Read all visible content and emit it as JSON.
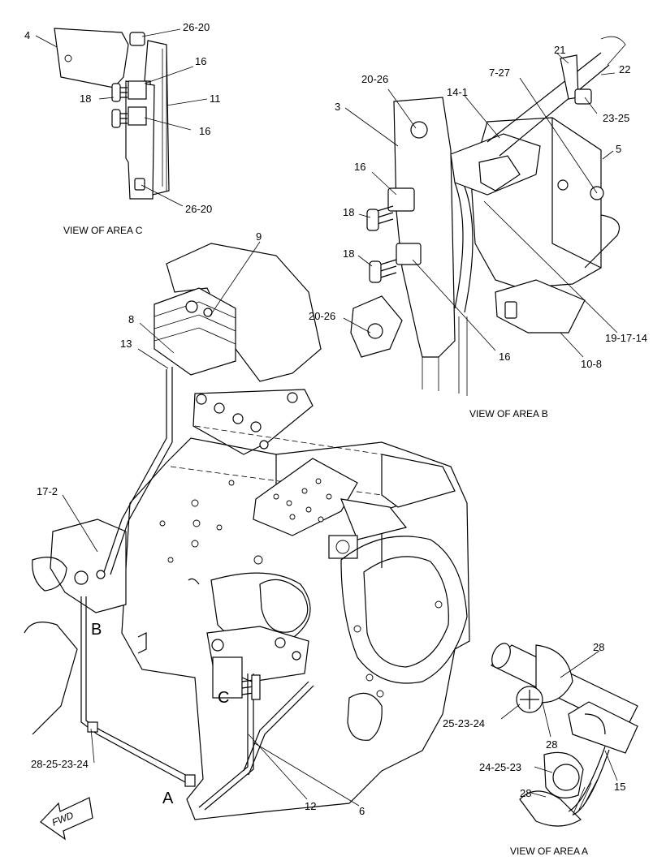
{
  "views": {
    "area_c": {
      "caption": "VIEW OF AREA  C"
    },
    "area_b": {
      "caption": "VIEW OF AREA  B"
    },
    "area_a": {
      "caption": "VIEW OF AREA  A"
    }
  },
  "area_letters": {
    "a": "A",
    "b": "B",
    "c": "C"
  },
  "fwd_label": "FWD",
  "callouts": {
    "c_4": "4",
    "c_26_20_top": "26-20",
    "c_16_top": "16",
    "c_18": "18",
    "c_11": "11",
    "c_16_mid": "16",
    "c_26_20_bot": "26-20",
    "b_21": "21",
    "b_22": "22",
    "b_7_27": "7-27",
    "b_14_1": "14-1",
    "b_20_26_top": "20-26",
    "b_3": "3",
    "b_23_25": "23-25",
    "b_5": "5",
    "b_16_left": "16",
    "b_18_upper": "18",
    "b_18_lower": "18",
    "b_20_26_bot": "20-26",
    "b_16_bot": "16",
    "b_19_17_14": "19-17-14",
    "b_10_8": "10-8",
    "m_9": "9",
    "m_8": "8",
    "m_13": "13",
    "m_17_2": "17-2",
    "m_28_25_23_24": "28-25-23-24",
    "m_12": "12",
    "m_6": "6",
    "a_28_top": "28",
    "a_25_23_24": "25-23-24",
    "a_28_mid": "28",
    "a_24_25_23": "24-25-23",
    "a_15": "15",
    "a_28_bot": "28"
  },
  "colors": {
    "ink": "#000000",
    "paper": "#ffffff"
  }
}
